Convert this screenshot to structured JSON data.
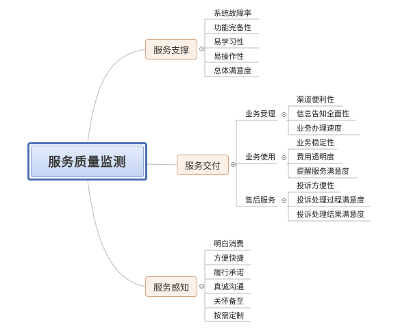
{
  "root": {
    "label": "服务质量监测"
  },
  "branches": [
    {
      "label": "服务支撑",
      "leaves": [
        "系统故障率",
        "功能完备性",
        "易学习性",
        "易操作性",
        "总体满意度"
      ]
    },
    {
      "label": "服务交付",
      "groups": [
        {
          "label": "业务受理",
          "leaves": [
            "渠道便利性",
            "信息告知全面性",
            "业务办理速度"
          ]
        },
        {
          "label": "业务使用",
          "leaves": [
            "业务稳定性",
            "费用透明度",
            "提醒服务满意度"
          ]
        },
        {
          "label": "售后服务",
          "leaves": [
            "投诉方便性",
            "投诉处理过程满意度",
            "投诉处理结果满意度"
          ]
        }
      ]
    },
    {
      "label": "服务感知",
      "leaves": [
        "明白消费",
        "方便快捷",
        "履行承诺",
        "真诚沟通",
        "关怀备至",
        "按需定制"
      ]
    }
  ],
  "colors": {
    "root_border": "#4a6fb5",
    "branch_fill": "#fbefe6",
    "branch_border": "#d5a57f",
    "connector": "#b8b8b8"
  }
}
